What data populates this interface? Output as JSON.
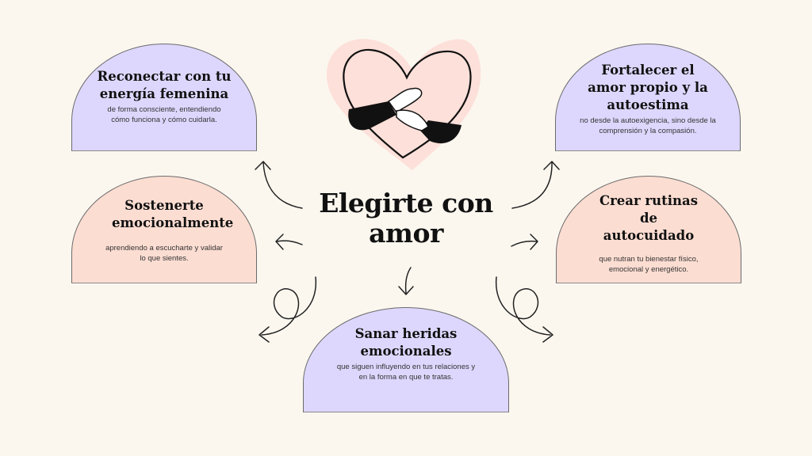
{
  "title": "Elegirte con amor",
  "cards": [
    {
      "title": "Reconectar con tu energía femenina",
      "text": "de forma consciente, entendiendo cómo funciona y cómo cuidarla."
    },
    {
      "title": "Fortalecer el amor propio y la autoestima",
      "text": "no desde la autoexigencia, sino desde la comprensión y la compasión."
    },
    {
      "title": "Sostenerte emocionalmente",
      "text": "aprendiendo a escucharte y validar lo que sientes."
    },
    {
      "title": "Crear rutinas de autocuidado",
      "text": "que nutran tu bienestar físico, emocional y energético."
    },
    {
      "title": "Sanar heridas emocionales",
      "text": "que siguen influyendo en tus relaciones y en la forma en que te tratas."
    }
  ],
  "colors": {
    "background": "#fbf7ef",
    "purple": "#ddd7fd",
    "peach": "#fcddd2",
    "ink": "#111111"
  }
}
